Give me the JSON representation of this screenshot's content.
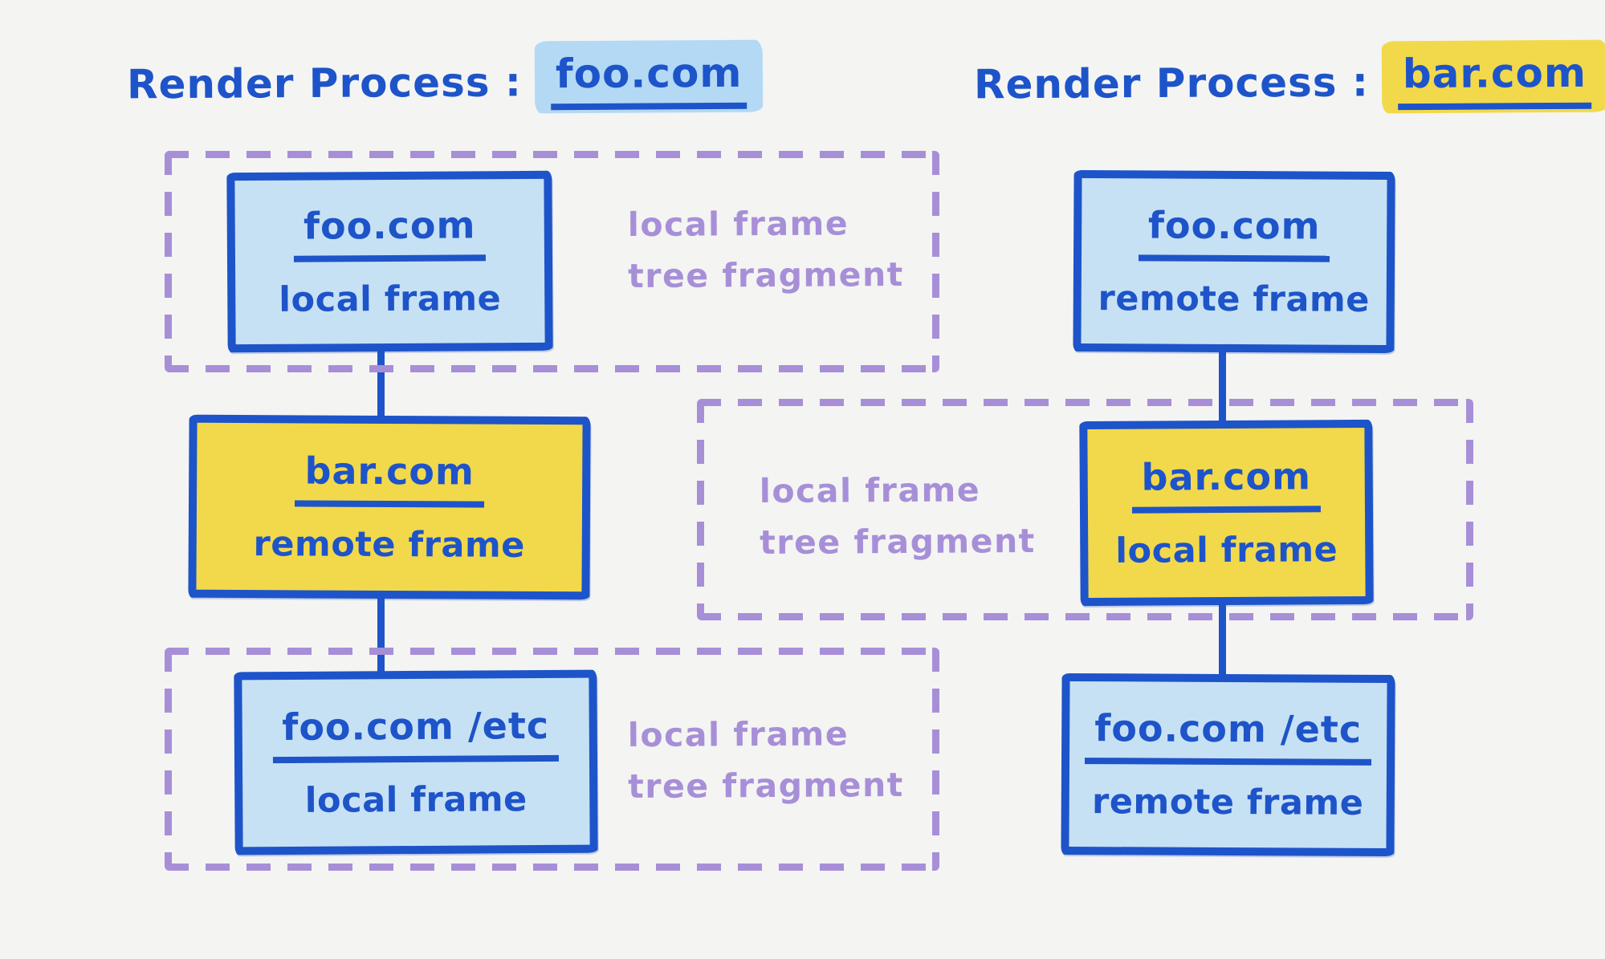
{
  "colors": {
    "background": "#f4f4f2",
    "ink_blue": "#1e54c9",
    "light_blue_fill": "#c7e1f4",
    "blue_highlight": "#b3d9f4",
    "yellow_fill": "#f2d94b",
    "purple": "#a78fd8"
  },
  "left": {
    "title_prefix": "Render Process :",
    "title_domain": "foo.com",
    "nodes": [
      {
        "domain": "foo.com",
        "type": "local frame"
      },
      {
        "domain": "bar.com",
        "type": "remote frame"
      },
      {
        "domain": "foo.com /etc",
        "type": "local frame"
      }
    ],
    "fragment_labels": [
      {
        "line1": "local frame",
        "line2": "tree fragment"
      },
      {
        "line1": "local frame",
        "line2": "tree fragment"
      }
    ]
  },
  "right": {
    "title_prefix": "Render Process :",
    "title_domain": "bar.com",
    "nodes": [
      {
        "domain": "foo.com",
        "type": "remote frame"
      },
      {
        "domain": "bar.com",
        "type": "local frame"
      },
      {
        "domain": "foo.com /etc",
        "type": "remote frame"
      }
    ],
    "fragment_label": {
      "line1": "local frame",
      "line2": "tree fragment"
    }
  }
}
